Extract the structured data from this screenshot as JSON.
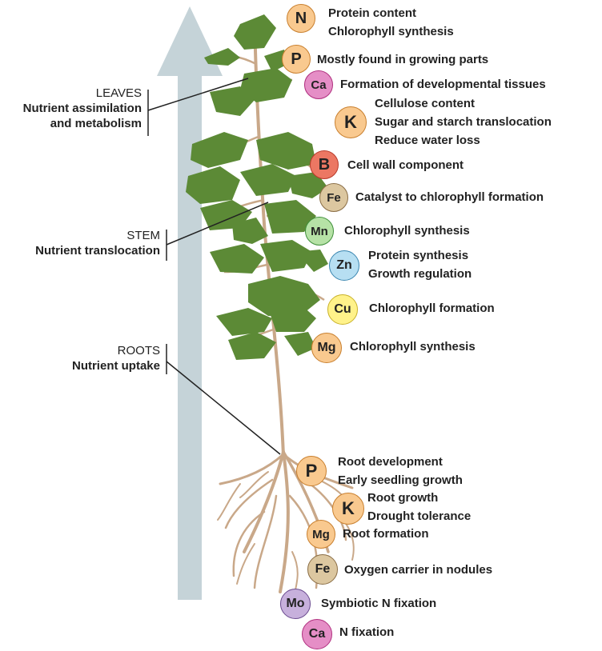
{
  "regions": {
    "leaves": {
      "title": "LEAVES",
      "lines": [
        "Nutrient assimilation",
        "and metabolism"
      ]
    },
    "stem": {
      "title": "STEM",
      "lines": [
        "Nutrient translocation"
      ]
    },
    "roots": {
      "title": "ROOTS",
      "lines": [
        "Nutrient uptake"
      ]
    }
  },
  "colors": {
    "orange": "#f9c98f",
    "pink": "#e58ec6",
    "red": "#ec7763",
    "tan": "#dcc7a0",
    "green": "#b6e2a6",
    "blue": "#b7dff2",
    "yellow": "#fff28a",
    "purple": "#c7b0dc",
    "leaf": "#5c8a36",
    "stem": "#c9a889",
    "arrow": "#c5d3d8"
  },
  "nutrients": [
    {
      "symbol": "N",
      "color": "orange",
      "lines": [
        "Protein content",
        "Chlorophyll synthesis"
      ]
    },
    {
      "symbol": "P",
      "color": "orange",
      "lines": [
        "Mostly found in growing parts"
      ]
    },
    {
      "symbol": "Ca",
      "color": "pink",
      "lines": [
        "Formation of developmental tissues"
      ]
    },
    {
      "symbol": "K",
      "color": "orange",
      "lines": [
        "Cellulose content",
        "Sugar and starch translocation",
        "Reduce water loss"
      ]
    },
    {
      "symbol": "B",
      "color": "red",
      "lines": [
        "Cell wall component"
      ]
    },
    {
      "symbol": "Fe",
      "color": "tan",
      "lines": [
        "Catalyst to chlorophyll formation"
      ]
    },
    {
      "symbol": "Mn",
      "color": "green",
      "lines": [
        "Chlorophyll synthesis"
      ]
    },
    {
      "symbol": "Zn",
      "color": "blue",
      "lines": [
        "Protein synthesis",
        "Growth regulation"
      ]
    },
    {
      "symbol": "Cu",
      "color": "yellow",
      "lines": [
        "Chlorophyll formation"
      ]
    },
    {
      "symbol": "Mg",
      "color": "orange",
      "lines": [
        "Chlorophyll synthesis"
      ]
    },
    {
      "symbol": "P",
      "color": "orange",
      "lines": [
        "Root development",
        "Early seedling growth"
      ]
    },
    {
      "symbol": "K",
      "color": "orange",
      "lines": [
        "Root growth",
        "Drought tolerance"
      ]
    },
    {
      "symbol": "Mg",
      "color": "orange",
      "lines": [
        "Root formation"
      ]
    },
    {
      "symbol": "Fe",
      "color": "tan",
      "lines": [
        "Oxygen carrier in nodules"
      ]
    },
    {
      "symbol": "Mo",
      "color": "purple",
      "lines": [
        "Symbiotic N fixation"
      ]
    },
    {
      "symbol": "Ca",
      "color": "pink",
      "lines": [
        "N fixation"
      ]
    }
  ]
}
